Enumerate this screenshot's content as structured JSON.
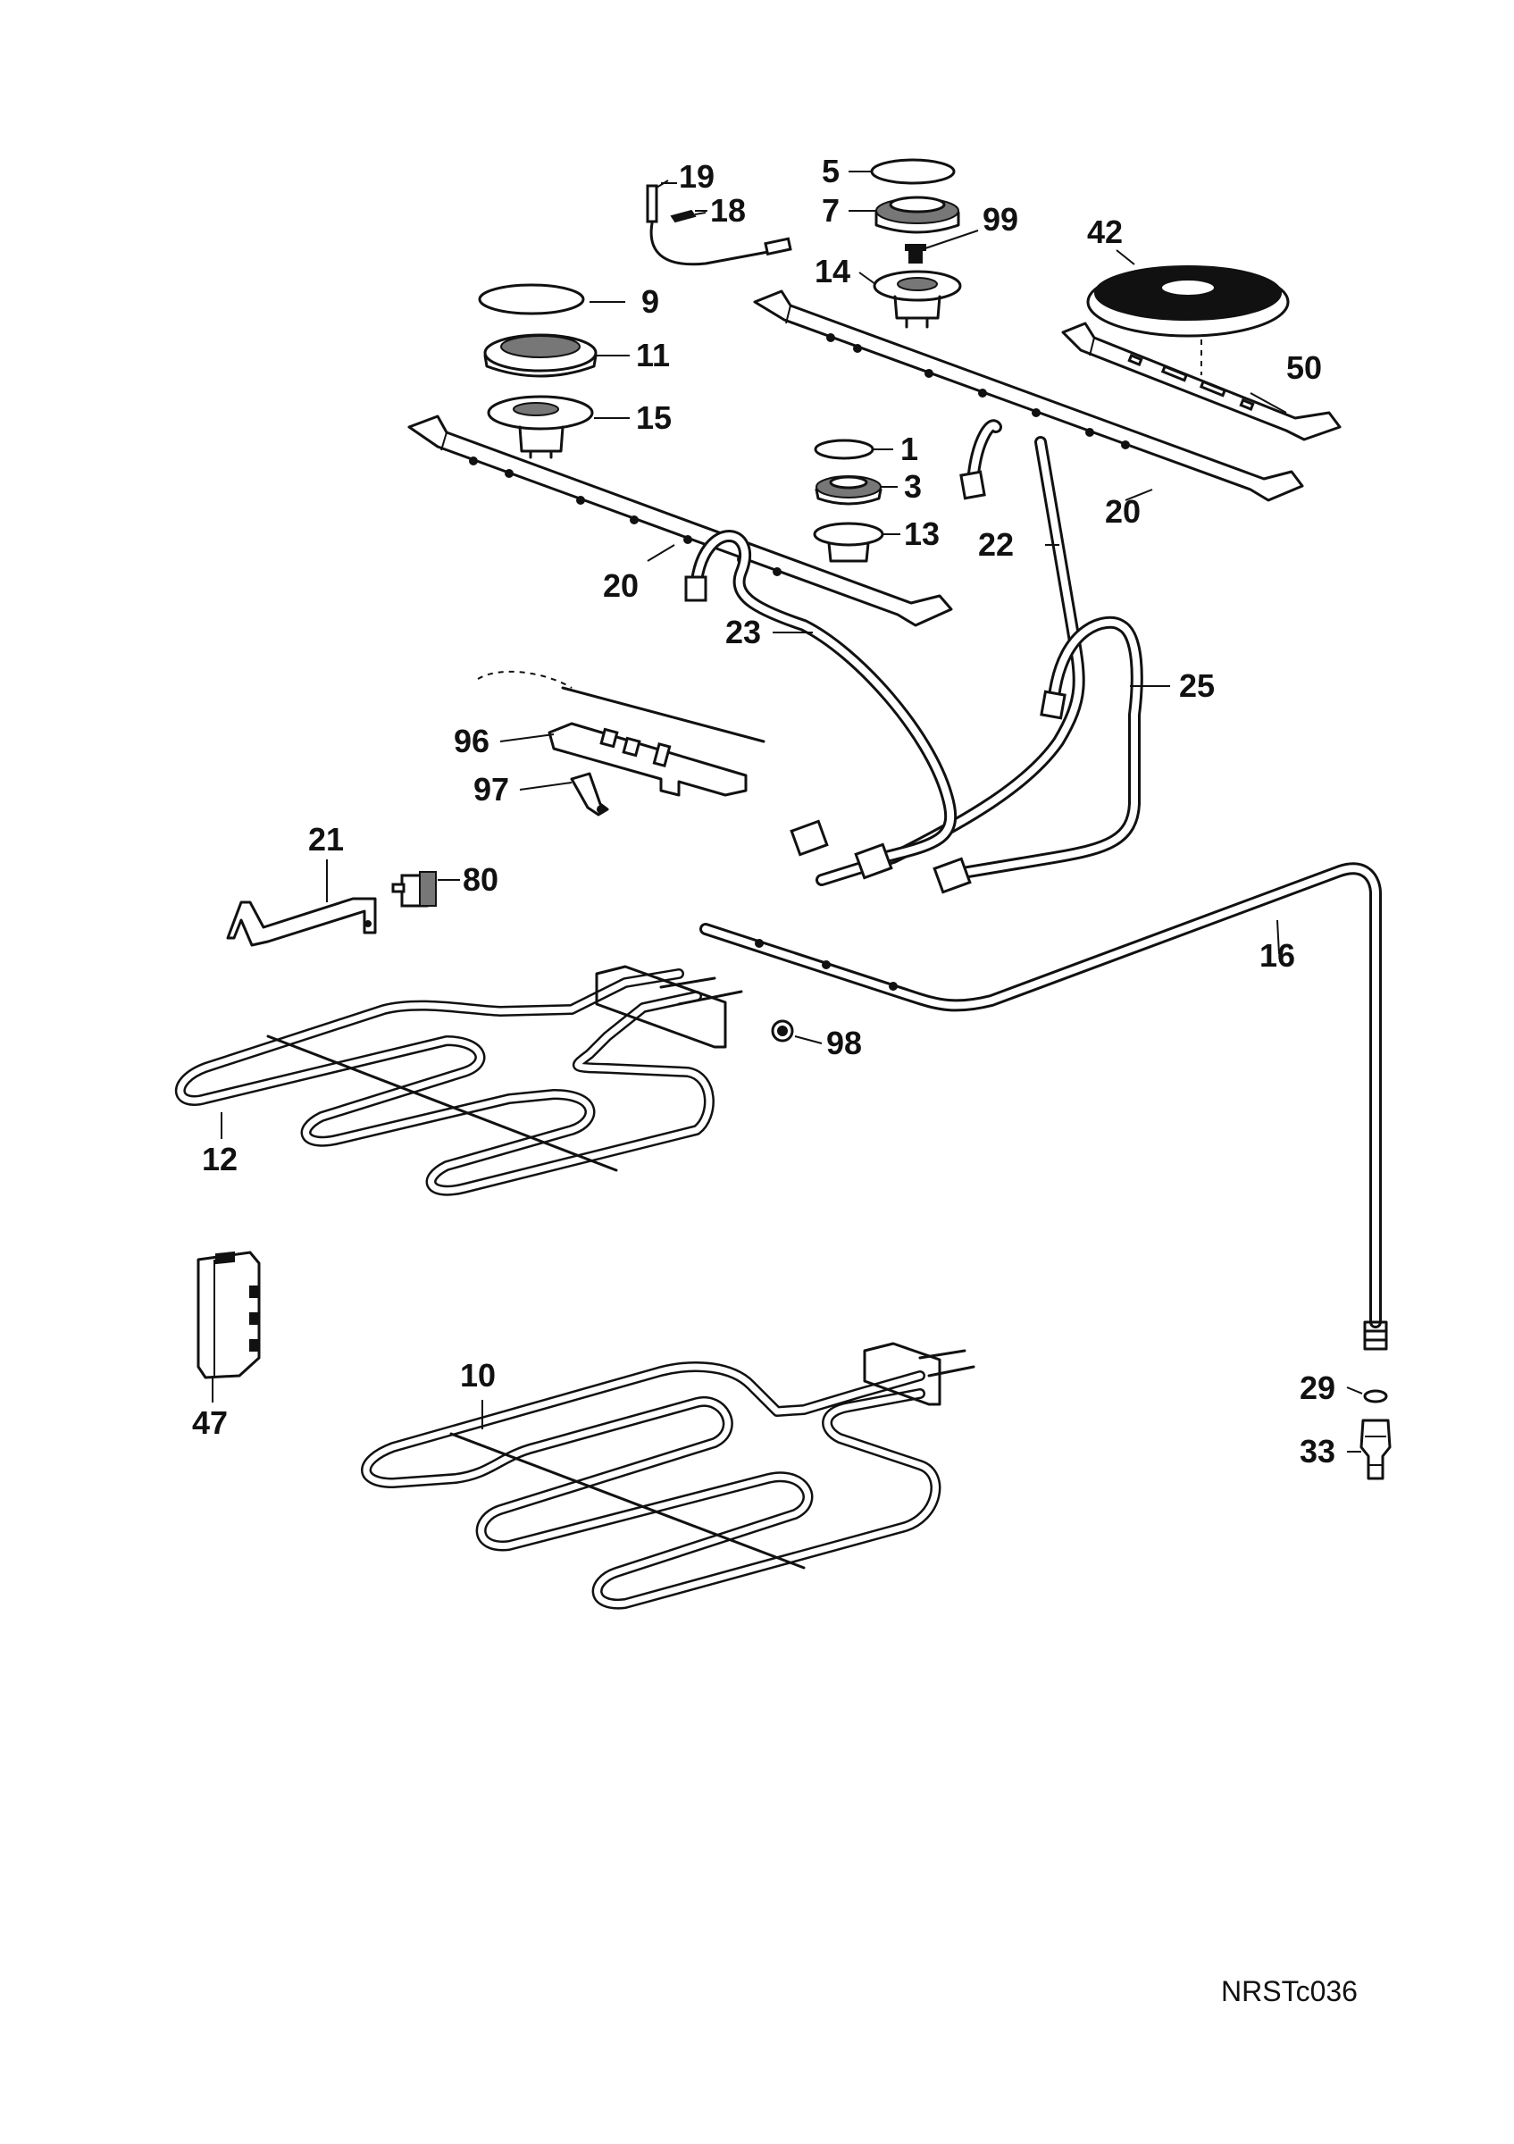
{
  "diagram": {
    "callouts": [
      {
        "id": "19",
        "label": "19"
      },
      {
        "id": "18",
        "label": "18"
      },
      {
        "id": "5",
        "label": "5"
      },
      {
        "id": "7",
        "label": "7"
      },
      {
        "id": "99",
        "label": "99"
      },
      {
        "id": "42",
        "label": "42"
      },
      {
        "id": "14",
        "label": "14"
      },
      {
        "id": "9",
        "label": "9"
      },
      {
        "id": "11",
        "label": "11"
      },
      {
        "id": "15",
        "label": "15"
      },
      {
        "id": "50",
        "label": "50"
      },
      {
        "id": "1",
        "label": "1"
      },
      {
        "id": "3",
        "label": "3"
      },
      {
        "id": "13",
        "label": "13"
      },
      {
        "id": "20a",
        "label": "20"
      },
      {
        "id": "22",
        "label": "22"
      },
      {
        "id": "20b",
        "label": "20"
      },
      {
        "id": "23",
        "label": "23"
      },
      {
        "id": "25",
        "label": "25"
      },
      {
        "id": "96",
        "label": "96"
      },
      {
        "id": "97",
        "label": "97"
      },
      {
        "id": "21",
        "label": "21"
      },
      {
        "id": "80",
        "label": "80"
      },
      {
        "id": "16",
        "label": "16"
      },
      {
        "id": "98",
        "label": "98"
      },
      {
        "id": "12",
        "label": "12"
      },
      {
        "id": "10",
        "label": "10"
      },
      {
        "id": "47",
        "label": "47"
      },
      {
        "id": "29",
        "label": "29"
      },
      {
        "id": "33",
        "label": "33"
      }
    ],
    "drawing_code": "NRSTc036"
  }
}
